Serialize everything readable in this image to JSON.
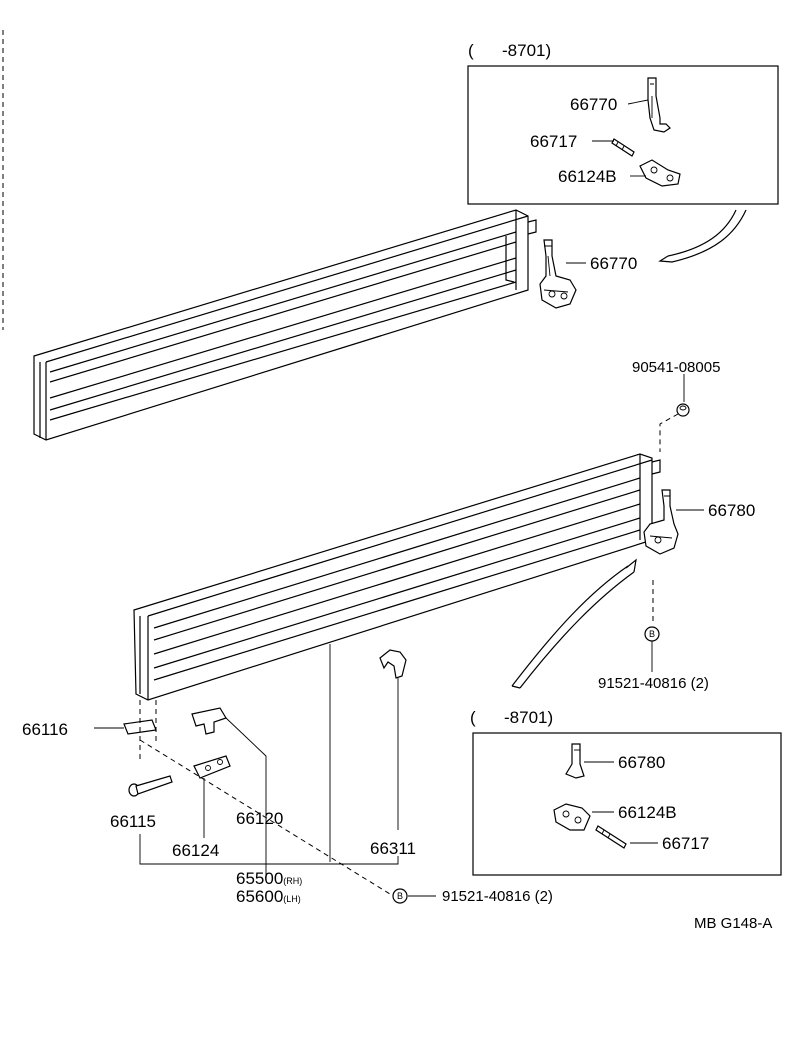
{
  "inset_top": {
    "header": "(      -8701)",
    "labels": [
      "66770",
      "66717",
      "66124B"
    ]
  },
  "inset_bottom": {
    "header": "(      -8701)",
    "labels": [
      "66780",
      "66124B",
      "66717"
    ]
  },
  "callouts": {
    "upper_hinge": "66770",
    "nut": "90541-08005",
    "lower_hinge": "66780",
    "bolt_right": "91521-40816 (2)",
    "bolt_bottom": "91521-40816 (2)",
    "bolt_symbol": "B",
    "plate": "66116",
    "pin": "66115",
    "bracket_small": "66124",
    "bracket_top": "66120",
    "clip": "66311",
    "panel_rh_num": "65500",
    "panel_rh_suffix": "(RH)",
    "panel_lh_num": "65600",
    "panel_lh_suffix": "(LH)"
  },
  "diagram_code": "MB G148-A"
}
